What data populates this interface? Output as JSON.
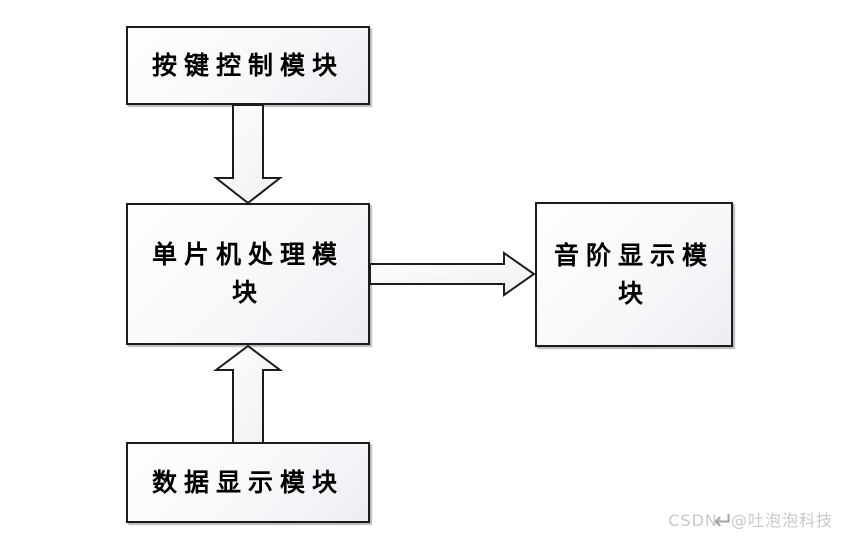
{
  "diagram": {
    "type": "block-diagram",
    "nodes": {
      "key_control": {
        "label": "按键控制模块"
      },
      "mcu": {
        "label": "单片机处理模块"
      },
      "scale_display": {
        "label": "音阶显示模块"
      },
      "data_display": {
        "label": "数据显示模块"
      }
    },
    "edges": [
      {
        "from": "按键控制模块",
        "to": "单片机处理模块",
        "direction": "down"
      },
      {
        "from": "单片机处理模块",
        "to": "音阶显示模块",
        "direction": "right"
      },
      {
        "from": "数据显示模块",
        "to": "单片机处理模块",
        "direction": "up"
      }
    ]
  },
  "watermark": {
    "site": "CSDN",
    "return_icon": "↵",
    "author": "@吐泡泡科技"
  },
  "colors": {
    "box_border": "#1c1c1c",
    "box_fill_start": "#fefefe",
    "box_fill_end": "#eceef2",
    "label_text": "#000000",
    "watermark_text": "#c8c8c8",
    "watermark_icon": "#a3a3a3"
  }
}
